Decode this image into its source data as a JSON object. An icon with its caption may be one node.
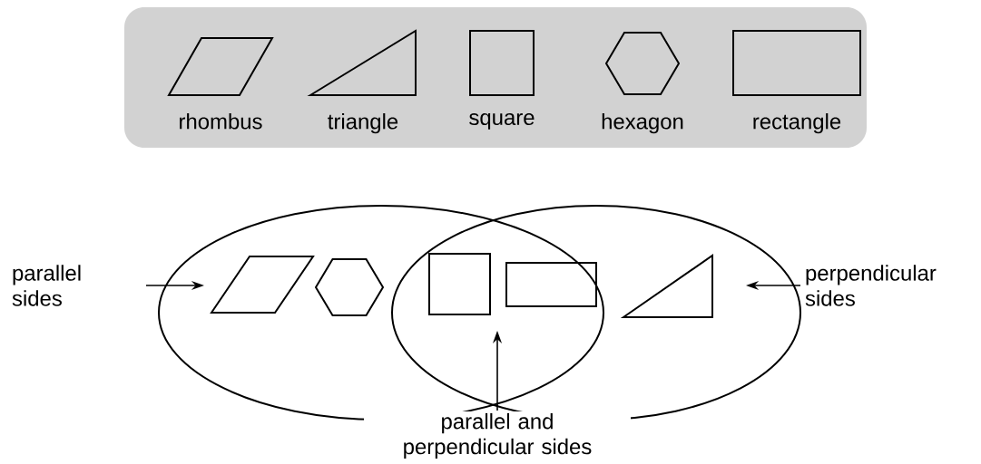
{
  "diagram": {
    "nodes": [
      {
        "text": [],
        "shape": "box"
      },
      {
        "text": [
          "rhombus"
        ],
        "in": 0
      },
      {
        "text": [
          "triangle"
        ],
        "in": 0
      },
      {
        "text": [
          "square"
        ],
        "in": 0
      },
      {
        "text": [
          "hexagon"
        ],
        "in": 0
      },
      {
        "text": [
          "rectangle"
        ],
        "in": 0
      },
      {
        "text": [],
        "shape": "ellipse"
      },
      {
        "text": [],
        "shape": "ellipse"
      },
      {
        "text": [
          "parallel sides"
        ]
      },
      {
        "text": [],
        "shape": "rhombus",
        "in": 6
      },
      {
        "text": [],
        "shape": "hexagon",
        "in": 6
      },
      {
        "text": [],
        "shape": "square"
      },
      {
        "text": [],
        "shape": "rectangle"
      },
      {
        "text": [],
        "shape": "triangle",
        "in": 7
      },
      {
        "text": [
          "perpendicular sides"
        ]
      },
      {
        "text": [
          "parallel and perpendicular sides"
        ]
      }
    ],
    "edges": [
      {
        "from": 8,
        "to": 6,
        "arrow": "to"
      },
      {
        "from": 14,
        "to": 7,
        "arrow": "to"
      },
      {
        "from": 15,
        "to": null,
        "arrow": "to"
      }
    ]
  }
}
